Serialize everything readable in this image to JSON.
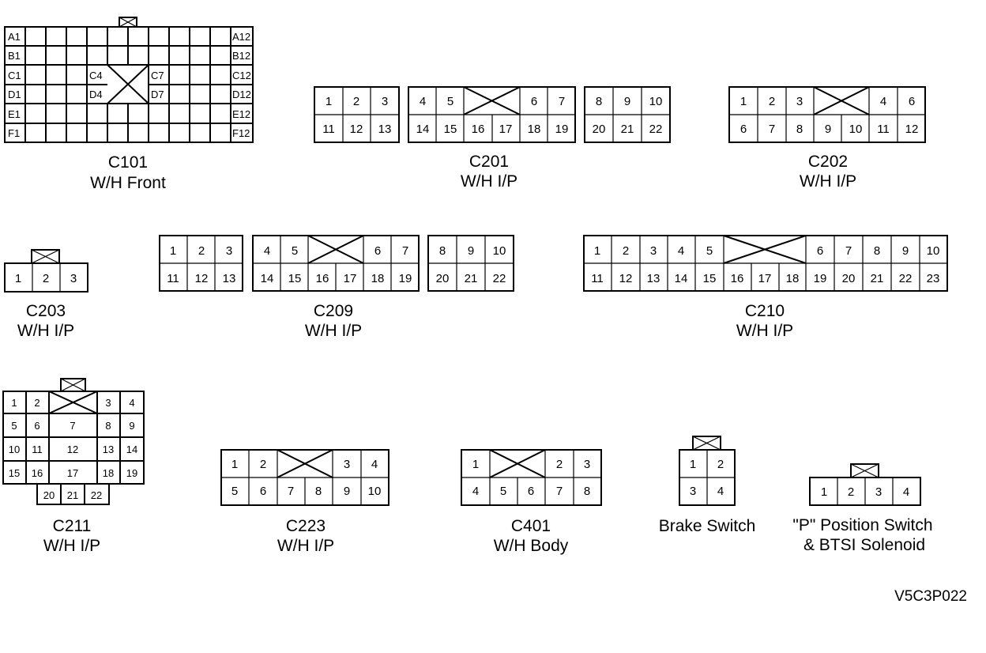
{
  "connectors": {
    "c101": {
      "name": "C101",
      "location": "W/H Front",
      "row_labels_left": [
        "A1",
        "B1",
        "C1",
        "D1",
        "E1",
        "F1"
      ],
      "row_labels_right": [
        "A12",
        "B12",
        "C12",
        "D12",
        "E12",
        "F12"
      ],
      "inner_labels": [
        "C4",
        "D4",
        "C7",
        "D7"
      ]
    },
    "c201": {
      "name": "C201",
      "location": "W/H I/P",
      "top": [
        "1",
        "2",
        "3",
        "4",
        "5",
        "6",
        "7",
        "8",
        "9",
        "10"
      ],
      "bottom": [
        "11",
        "12",
        "13",
        "14",
        "15",
        "16",
        "17",
        "18",
        "19",
        "20",
        "21",
        "22"
      ]
    },
    "c202": {
      "name": "C202",
      "location": "W/H I/P",
      "top": [
        "1",
        "2",
        "3",
        "4",
        "6"
      ],
      "bottom": [
        "6",
        "7",
        "8",
        "9",
        "10",
        "11",
        "12"
      ]
    },
    "c203": {
      "name": "C203",
      "location": "W/H I/P",
      "pins": [
        "1",
        "2",
        "3"
      ]
    },
    "c209": {
      "name": "C209",
      "location": "W/H I/P",
      "top": [
        "1",
        "2",
        "3",
        "4",
        "5",
        "6",
        "7",
        "8",
        "9",
        "10"
      ],
      "bottom": [
        "11",
        "12",
        "13",
        "14",
        "15",
        "16",
        "17",
        "18",
        "19",
        "20",
        "21",
        "22"
      ]
    },
    "c210": {
      "name": "C210",
      "location": "W/H I/P",
      "top": [
        "1",
        "2",
        "3",
        "4",
        "5",
        "6",
        "7",
        "8",
        "9",
        "10"
      ],
      "bottom": [
        "11",
        "12",
        "13",
        "14",
        "15",
        "16",
        "17",
        "18",
        "19",
        "20",
        "21",
        "22",
        "23"
      ]
    },
    "c211": {
      "name": "C211",
      "location": "W/H I/P",
      "pins": [
        "1",
        "2",
        "3",
        "4",
        "5",
        "6",
        "7",
        "8",
        "9",
        "10",
        "11",
        "12",
        "13",
        "14",
        "15",
        "16",
        "17",
        "18",
        "19",
        "20",
        "21",
        "22"
      ]
    },
    "c223": {
      "name": "C223",
      "location": "W/H I/P",
      "top": [
        "1",
        "2",
        "3",
        "4"
      ],
      "bottom": [
        "5",
        "6",
        "7",
        "8",
        "9",
        "10"
      ]
    },
    "c401": {
      "name": "C401",
      "location": "W/H Body",
      "top": [
        "1",
        "2",
        "3"
      ],
      "bottom": [
        "4",
        "5",
        "6",
        "7",
        "8"
      ]
    },
    "brake_switch": {
      "name": "Brake Switch",
      "pins": [
        "1",
        "2",
        "3",
        "4"
      ]
    },
    "p_position": {
      "name_line1": "\"P\" Position Switch",
      "name_line2": "& BTSI Solenoid",
      "pins": [
        "1",
        "2",
        "3",
        "4"
      ]
    }
  },
  "figure_id": "V5C3P022"
}
